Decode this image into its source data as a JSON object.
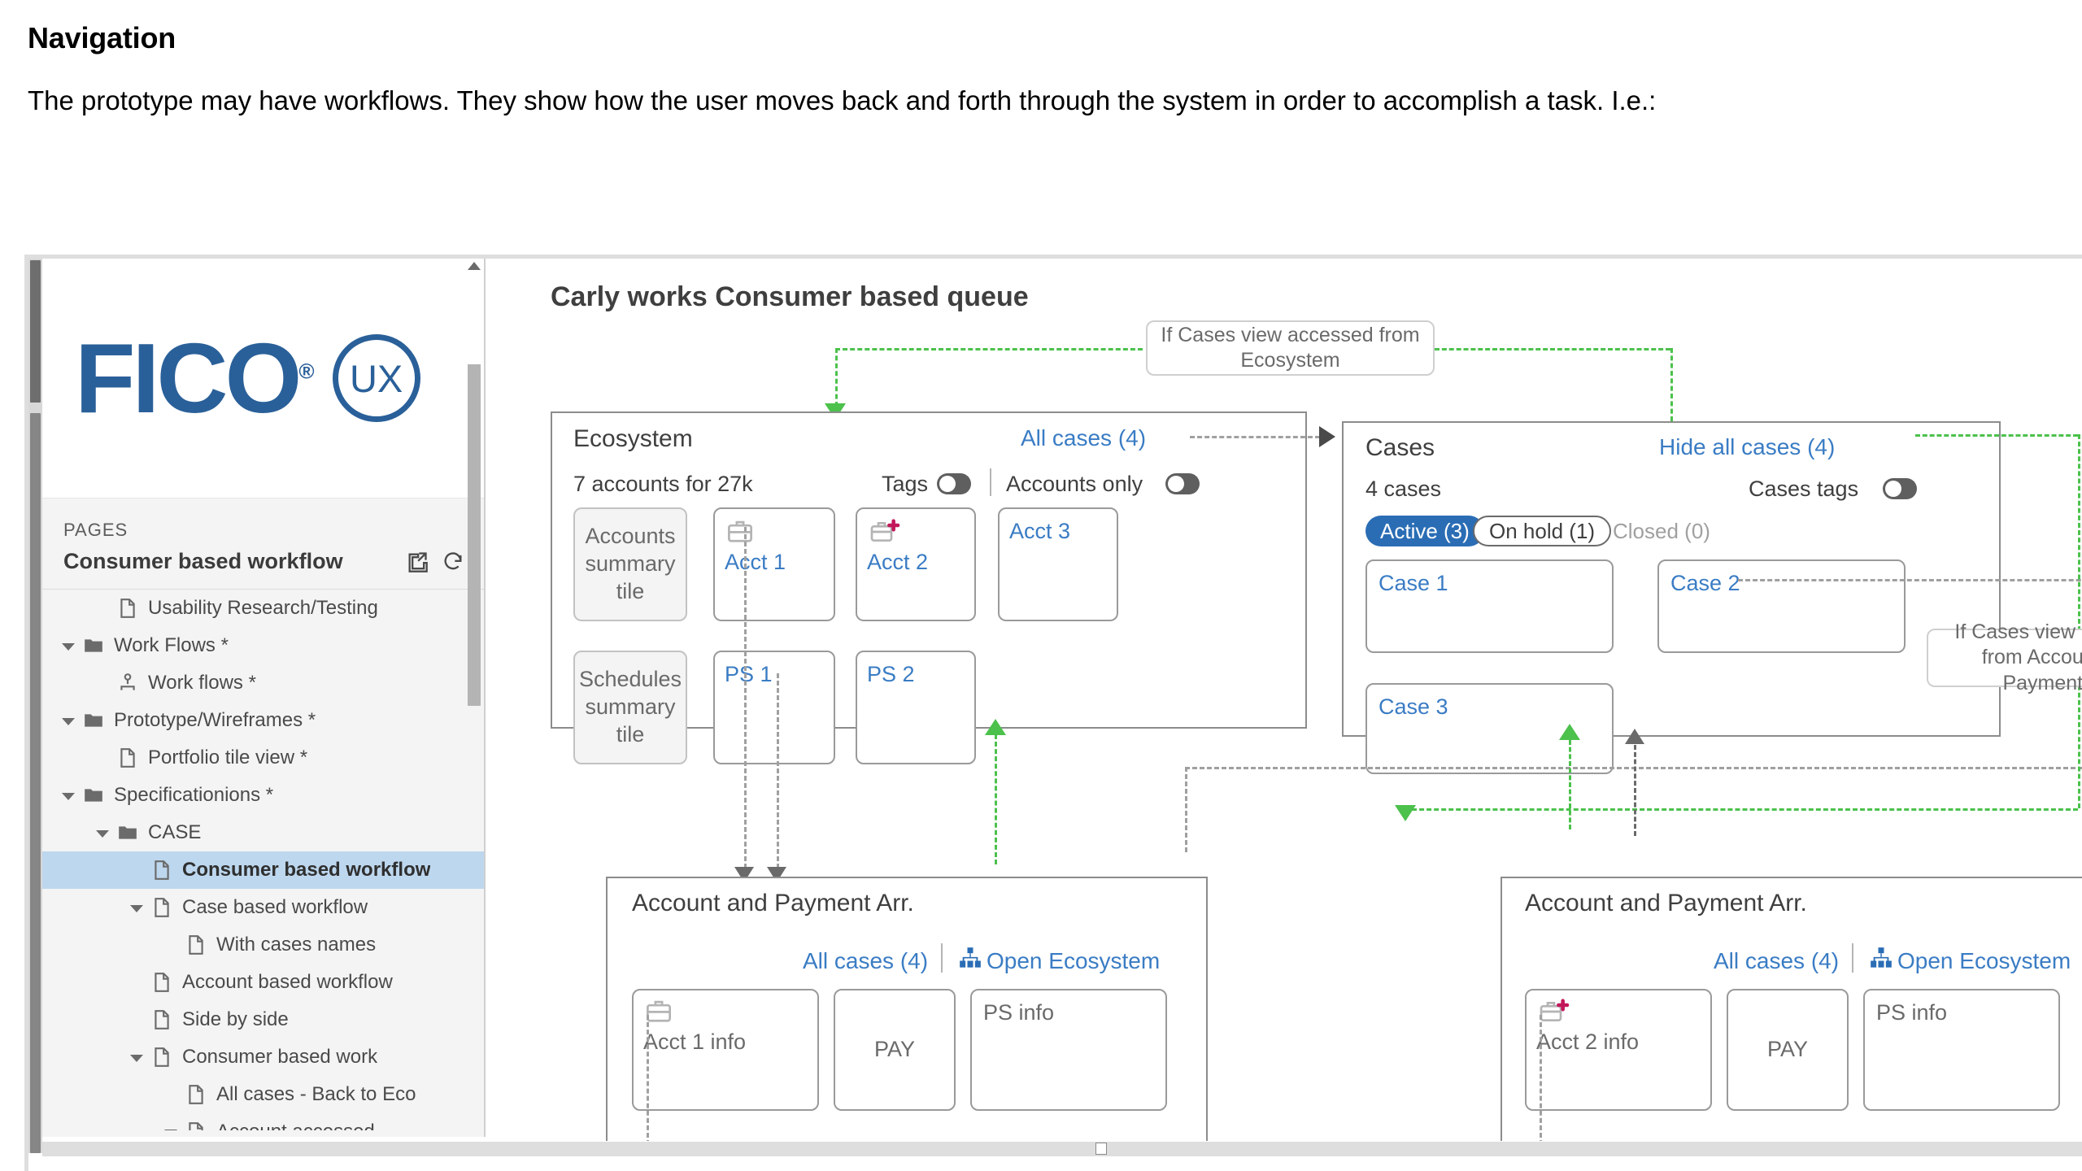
{
  "document": {
    "heading": "Navigation",
    "paragraph": "The prototype may have workflows. They show how the user moves back and forth through the system in order to accomplish a task. I.e.:"
  },
  "app": {
    "logo": {
      "wordmark": "FICO",
      "registered": "®",
      "badge": "UX"
    },
    "pages": {
      "section_label": "PAGES",
      "current_page": "Consumer based workflow",
      "icons": [
        "open-in-new-icon",
        "refresh-icon"
      ]
    },
    "tree": [
      {
        "label": "Usability Research/Testing",
        "icon": "page-icon",
        "indent": 1,
        "caret": false,
        "selected": false
      },
      {
        "label": "Work Flows *",
        "icon": "folder-icon",
        "indent": 0,
        "caret": true,
        "selected": false
      },
      {
        "label": "Work flows *",
        "icon": "flow-icon",
        "indent": 1,
        "caret": false,
        "selected": false
      },
      {
        "label": "Prototype/Wireframes *",
        "icon": "folder-icon",
        "indent": 0,
        "caret": true,
        "selected": false
      },
      {
        "label": "Portfolio tile view *",
        "icon": "page-icon",
        "indent": 1,
        "caret": false,
        "selected": false
      },
      {
        "label": "Specificationions *",
        "icon": "folder-icon",
        "indent": 0,
        "caret": true,
        "selected": false
      },
      {
        "label": "CASE",
        "icon": "folder-icon",
        "indent": 1,
        "caret": true,
        "selected": false
      },
      {
        "label": "Consumer based workflow",
        "icon": "page-icon",
        "indent": 2,
        "caret": false,
        "selected": true
      },
      {
        "label": "Case based workflow",
        "icon": "page-icon",
        "indent": 2,
        "caret": true,
        "selected": false
      },
      {
        "label": "With cases names",
        "icon": "page-icon",
        "indent": 3,
        "caret": false,
        "selected": false
      },
      {
        "label": "Account based workflow",
        "icon": "page-icon",
        "indent": 2,
        "caret": false,
        "selected": false
      },
      {
        "label": "Side by side",
        "icon": "page-icon",
        "indent": 2,
        "caret": false,
        "selected": false
      },
      {
        "label": "Consumer based work",
        "icon": "page-icon",
        "indent": 2,
        "caret": true,
        "selected": false
      },
      {
        "label": "All cases - Back to Eco",
        "icon": "page-icon",
        "indent": 3,
        "caret": false,
        "selected": false
      },
      {
        "label": "Account accessed",
        "icon": "page-icon",
        "indent": 3,
        "caret": true,
        "selected": false
      }
    ]
  },
  "diagram": {
    "title": "Carly works Consumer based queue",
    "notes": [
      {
        "text": "If Cases view accessed from Ecosystem"
      },
      {
        "text": "If Cases view accessed from Account and Payment Arr."
      }
    ],
    "ecosystem": {
      "title": "Ecosystem",
      "summary": "7 accounts for 27k",
      "toggles": [
        {
          "label": "Tags",
          "state": "off"
        },
        {
          "label": "Accounts only",
          "state": "off"
        }
      ],
      "all_cases_link": "All cases (4)",
      "tiles_row1": [
        {
          "label": "Accounts summary tile",
          "style": "summary"
        },
        {
          "label": "Acct 1",
          "icon": "briefcase-icon"
        },
        {
          "label": "Acct 2",
          "icon": "briefcase-plus-icon"
        },
        {
          "label": "Acct 3",
          "icon": "none"
        }
      ],
      "tiles_row2": [
        {
          "label": "Schedules summary tile",
          "style": "summary"
        },
        {
          "label": "PS 1",
          "icon": "none"
        },
        {
          "label": "PS 2",
          "icon": "none"
        }
      ]
    },
    "cases": {
      "title": "Cases",
      "summary": "4 cases",
      "hide_link": "Hide all cases (4)",
      "toggle": {
        "label": "Cases tags",
        "state": "off"
      },
      "filters": [
        {
          "label": "Active (3)",
          "state": "active"
        },
        {
          "label": "On hold (1)",
          "state": "outline"
        },
        {
          "label": "Closed (0)",
          "state": "plain"
        }
      ],
      "case_tiles": [
        "Case 1",
        "Case 2",
        "Case 3"
      ]
    },
    "account_payment_left": {
      "title": "Account and Payment Arr.",
      "all_cases_link": "All cases (4)",
      "open_ecosystem_link": "Open Ecosystem",
      "open_ecosystem_icon": "hierarchy-icon",
      "tiles": [
        {
          "label": "Acct 1 info",
          "icon": "briefcase-icon"
        },
        {
          "label": "PAY",
          "icon": "none",
          "centered": true
        },
        {
          "label": "PS info",
          "icon": "none"
        }
      ]
    },
    "account_payment_right": {
      "title": "Account and Payment Arr.",
      "all_cases_link": "All cases (4)",
      "open_ecosystem_link": "Open Ecosystem",
      "open_ecosystem_icon": "hierarchy-icon",
      "tiles": [
        {
          "label": "Acct 2 info",
          "icon": "briefcase-plus-icon"
        },
        {
          "label": "PAY",
          "icon": "none",
          "centered": true
        },
        {
          "label": "PS info",
          "icon": "none"
        }
      ]
    }
  },
  "colors": {
    "brand_blue": "#2a6099",
    "link_blue": "#3a7cc4",
    "active_pill": "#2a6db5",
    "flow_green": "#4cc14c",
    "flow_gray": "#a0a0a0",
    "selection": "#bdd7ee",
    "accent_red": "#c2185b"
  }
}
